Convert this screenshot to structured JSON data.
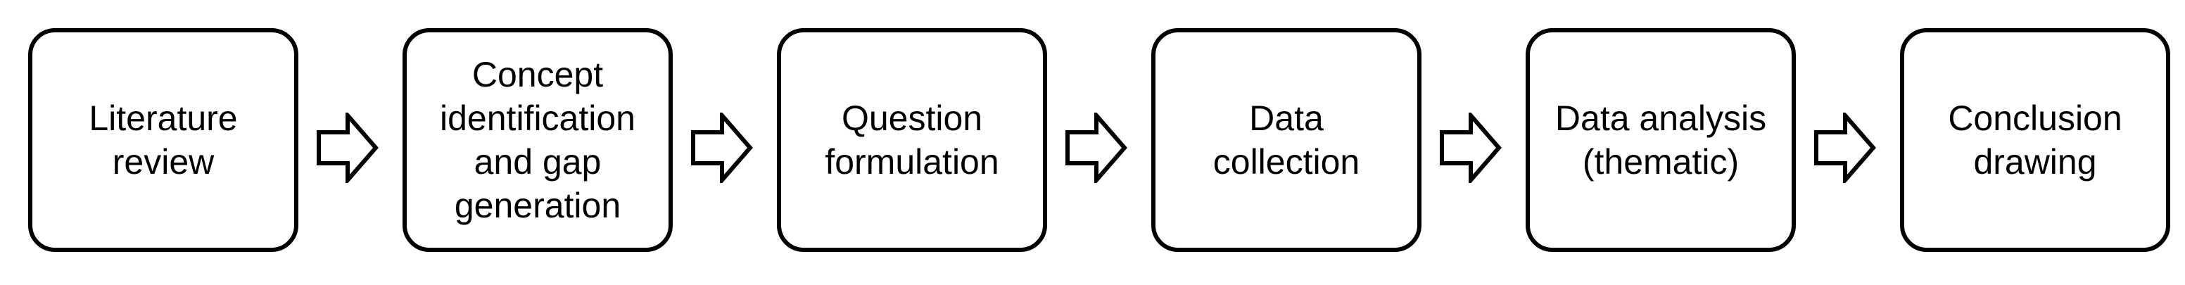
{
  "diagram": {
    "steps": [
      {
        "label": "Literature\nreview"
      },
      {
        "label": "Concept\nidentification\nand gap\ngeneration"
      },
      {
        "label": "Question\nformulation"
      },
      {
        "label": "Data\ncollection"
      },
      {
        "label": "Data analysis\n(thematic)"
      },
      {
        "label": "Conclusion\ndrawing"
      }
    ],
    "arrow_icon": "right-arrow-outline-icon",
    "colors": {
      "stroke": "#000000",
      "fill": "#ffffff"
    }
  }
}
